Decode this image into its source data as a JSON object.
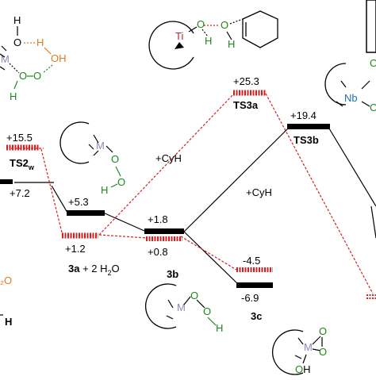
{
  "diagram": {
    "colors": {
      "black": "#000000",
      "red": "#d42020",
      "green": "#1a8a1a",
      "orange": "#e07a20",
      "metal_blue": "#1f6fb5",
      "metal_gray": "#8a8ab0",
      "ti_red": "#cc2222"
    },
    "energies": {
      "ts2w": "+15.5",
      "start": "+7.2",
      "s3a_black": "+5.3",
      "s3a_red": "+1.2",
      "s3b_black": "+1.8",
      "s3b_red": "+0.8",
      "ts3a": "+25.3",
      "ts3b": "+19.4",
      "s3c_red": "-4.5",
      "s3c_black": "-6.9"
    },
    "labels": {
      "ts2w": "TS2",
      "ts2w_sub": "w",
      "ts3a": "TS3a",
      "ts3b": "TS3b",
      "s3a": "3a",
      "s3a_suffix": " + 2 H",
      "s3a_sub": "2",
      "s3a_o": "O",
      "s3b": "3b",
      "s3c": "3c",
      "cyh_red": "+CyH",
      "cyh_black": "+CyH"
    },
    "atoms": {
      "h": "H",
      "o": "O",
      "oh": "OH",
      "m": "M",
      "ti": "Ti",
      "nb": "Nb",
      "partial_h2o": "₂O",
      "partial_h": "H"
    }
  }
}
